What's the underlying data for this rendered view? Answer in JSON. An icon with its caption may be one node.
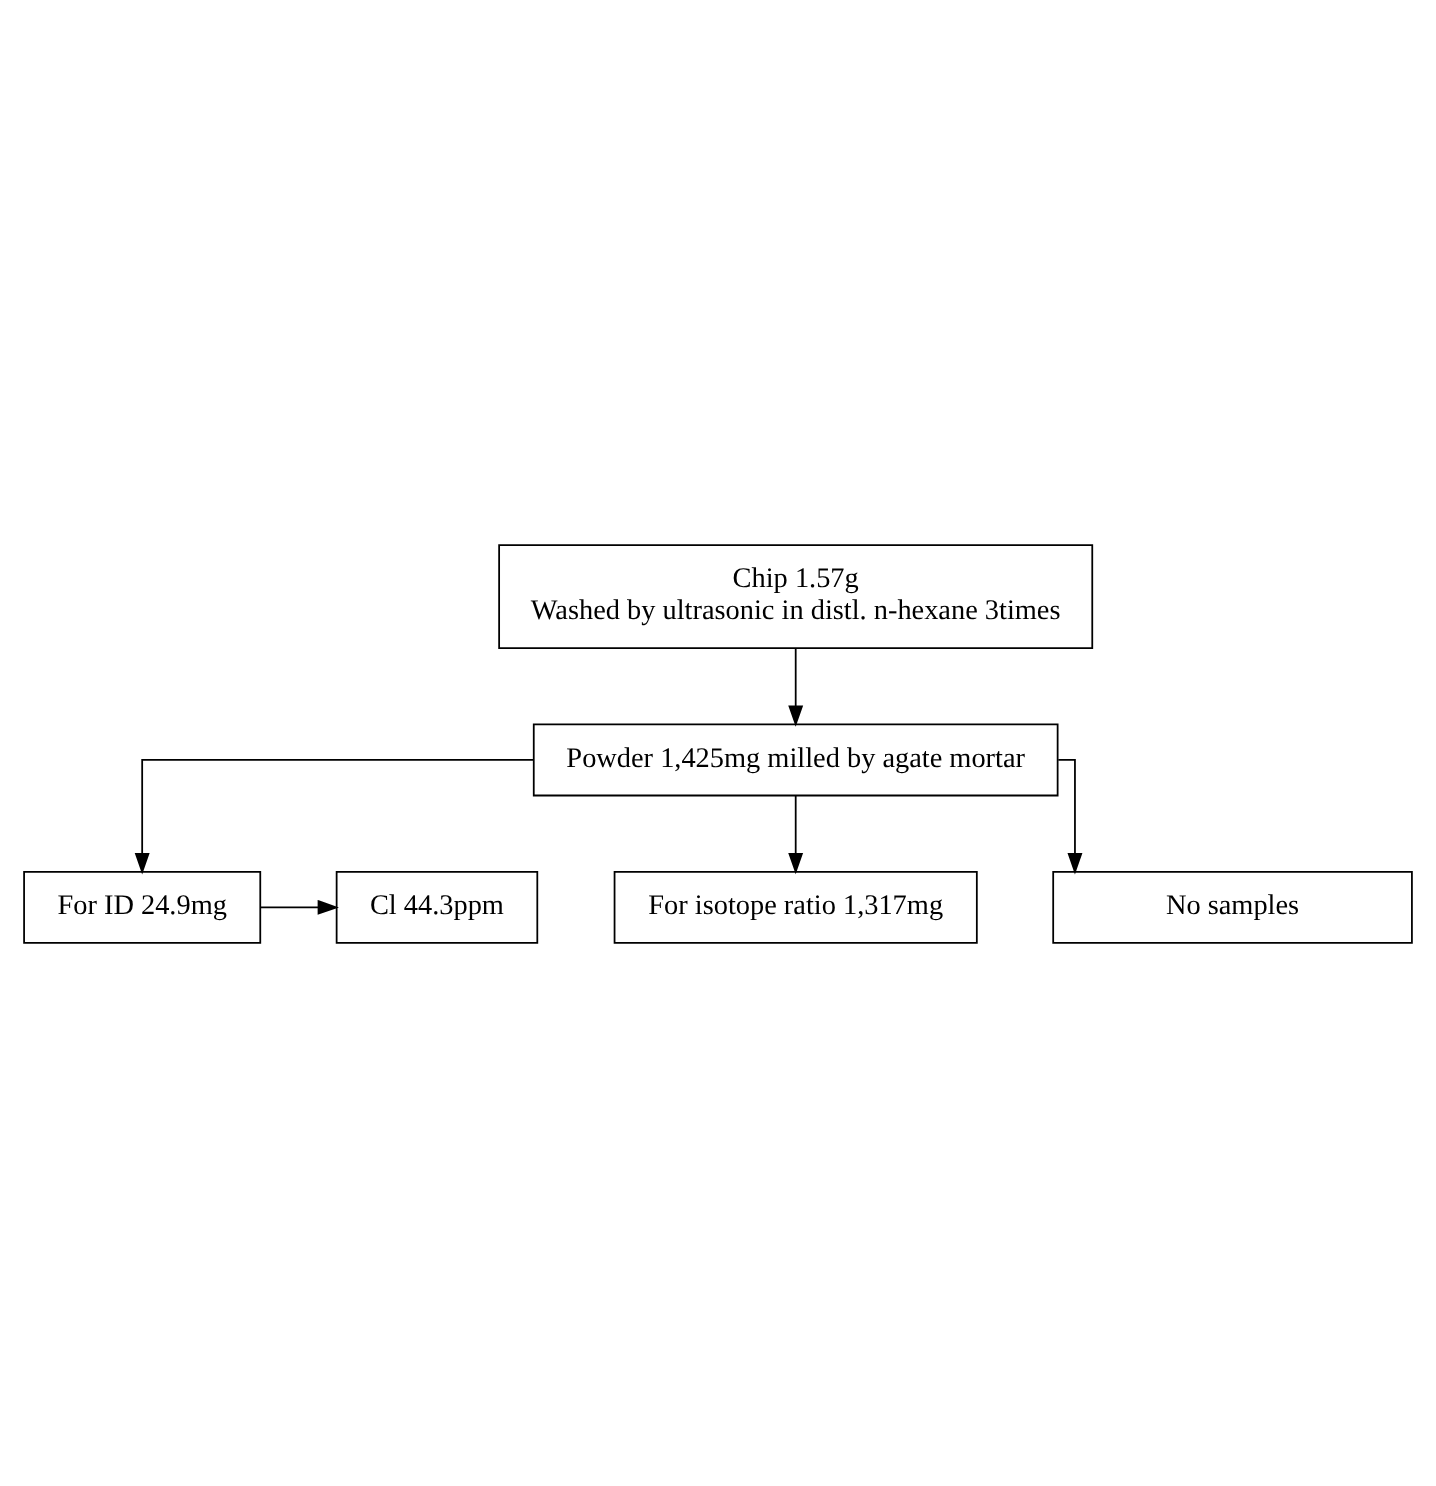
{
  "diagram": {
    "nodes": [
      {
        "text": [
          "Chip 1.57g",
          "Washed by ultrasonic in distl. n-hexane 3times"
        ]
      },
      {
        "text": [
          "Powder 1,425mg milled by agate mortar"
        ]
      },
      {
        "text": [
          "For ID 24.9mg"
        ]
      },
      {
        "text": [
          "Cl 44.3ppm"
        ]
      },
      {
        "text": [
          "For isotope ratio 1,317mg"
        ]
      },
      {
        "text": [
          "No samples"
        ]
      }
    ],
    "edges": [
      {
        "from": 0,
        "to": 1,
        "arrow": "to"
      },
      {
        "from": 1,
        "to": 2,
        "arrow": "to"
      },
      {
        "from": 2,
        "to": 3,
        "arrow": "to"
      },
      {
        "from": 1,
        "to": 4,
        "arrow": "to"
      },
      {
        "from": 1,
        "to": 5,
        "arrow": "to"
      }
    ]
  }
}
